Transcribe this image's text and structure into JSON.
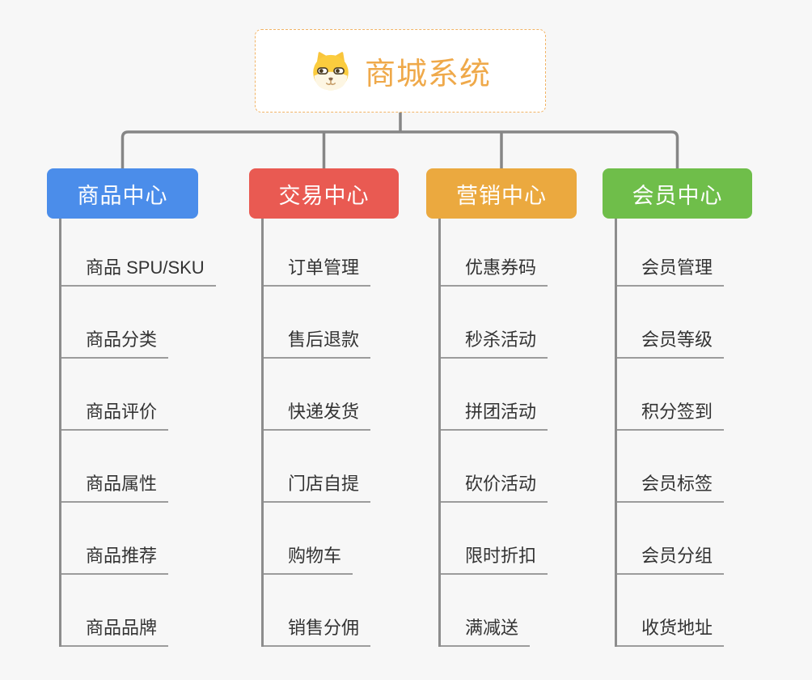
{
  "root": {
    "title": "商城系统",
    "icon": "dog-face-icon"
  },
  "branches": [
    {
      "label": "商品中心",
      "color": "#4b8dea",
      "items": [
        "商品 SPU/SKU",
        "商品分类",
        "商品评价",
        "商品属性",
        "商品推荐",
        "商品品牌"
      ]
    },
    {
      "label": "交易中心",
      "color": "#e95a52",
      "items": [
        "订单管理",
        "售后退款",
        "快递发货",
        "门店自提",
        "购物车",
        "销售分佣"
      ]
    },
    {
      "label": "营销中心",
      "color": "#eba93f",
      "items": [
        "优惠券码",
        "秒杀活动",
        "拼团活动",
        "砍价活动",
        "限时折扣",
        "满减送"
      ]
    },
    {
      "label": "会员中心",
      "color": "#6fbe4a",
      "items": [
        "会员管理",
        "会员等级",
        "积分签到",
        "会员标签",
        "会员分组",
        "收货地址"
      ]
    }
  ],
  "colors": {
    "background": "#f7f7f7",
    "connector_line": "#868686",
    "leaf_line": "#9c9c9c",
    "root_border": "#f2b466",
    "root_title": "#efa94a"
  }
}
